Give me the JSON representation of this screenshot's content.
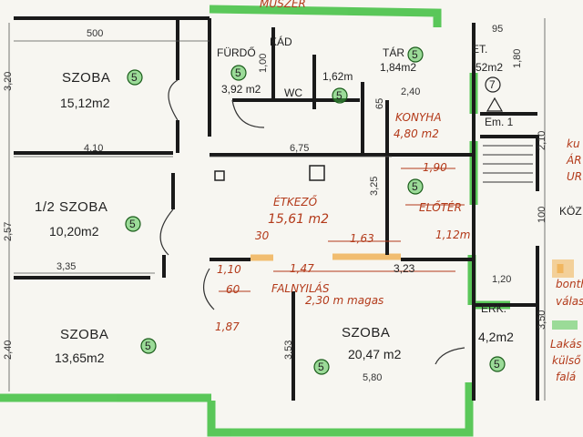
{
  "header_note": "MŰSZER",
  "rooms": {
    "szoba1": {
      "name": "SZOBA",
      "area": "15,12m2"
    },
    "szoba2": {
      "name": "1/2 SZOBA",
      "area": "10,20m2"
    },
    "szoba3": {
      "name": "SZOBA",
      "area": "13,65m2"
    },
    "szoba4": {
      "name": "SZOBA",
      "area": "20,47 m2"
    },
    "furdo": {
      "name": "FÜRDŐ",
      "area": "3,92 m2"
    },
    "kad": {
      "name": "KÁD"
    },
    "wc": {
      "name": "WC",
      "area": "1,62m"
    },
    "tar": {
      "name": "TÁR",
      "area": "1,84m2"
    },
    "et": {
      "name": "ET.",
      "area": "52m2"
    },
    "konyha": {
      "name": "KONYHA",
      "area": "4,80 m2"
    },
    "etkezo": {
      "name": "ÉTKEZŐ",
      "area": "15,61 m2"
    },
    "erk": {
      "name": "ERK.",
      "area": "4,2m2"
    },
    "em": {
      "name": "Em. 1"
    },
    "kozl": {
      "name": "KÖZ"
    }
  },
  "marker": "5",
  "marker_seven": "7",
  "dimensions": {
    "d500": "500",
    "d320": "3,20",
    "d410": "4,10",
    "d675": "6,75",
    "d257": "2,57",
    "d335": "3,35",
    "d240": "2,40",
    "d240b": "2,40",
    "d95": "95",
    "d180": "1,80",
    "d100": "1,00",
    "d65": "65",
    "d325": "3,25",
    "d210": "2,10",
    "d100b": "100",
    "d120": "1,20",
    "d350": "3,50",
    "d580": "5,80",
    "d353": "3,53"
  },
  "annotations": {
    "d190": "1,90",
    "d163": "1,63",
    "d147": "1,47",
    "d323": "3,23",
    "d30": "30",
    "d110": "1,10",
    "d60": "60",
    "d187": "1,87",
    "falnyilas": "FALNYILÁS",
    "magas": "2,30 m magas",
    "eloter": "ELŐTÉR",
    "eloter_area": "1,12m",
    "side1": "bontha",
    "side2": "válasz",
    "side3": "Lakás",
    "side4": "külső",
    "side5": "falá",
    "side6": "ÁR",
    "side7": "UR",
    "side8": "ku"
  },
  "colors": {
    "wall": "#1a1a1a",
    "highlight_green": "#3fbf3f",
    "highlight_orange": "#f0b050",
    "handwriting": "#b33a1a"
  }
}
